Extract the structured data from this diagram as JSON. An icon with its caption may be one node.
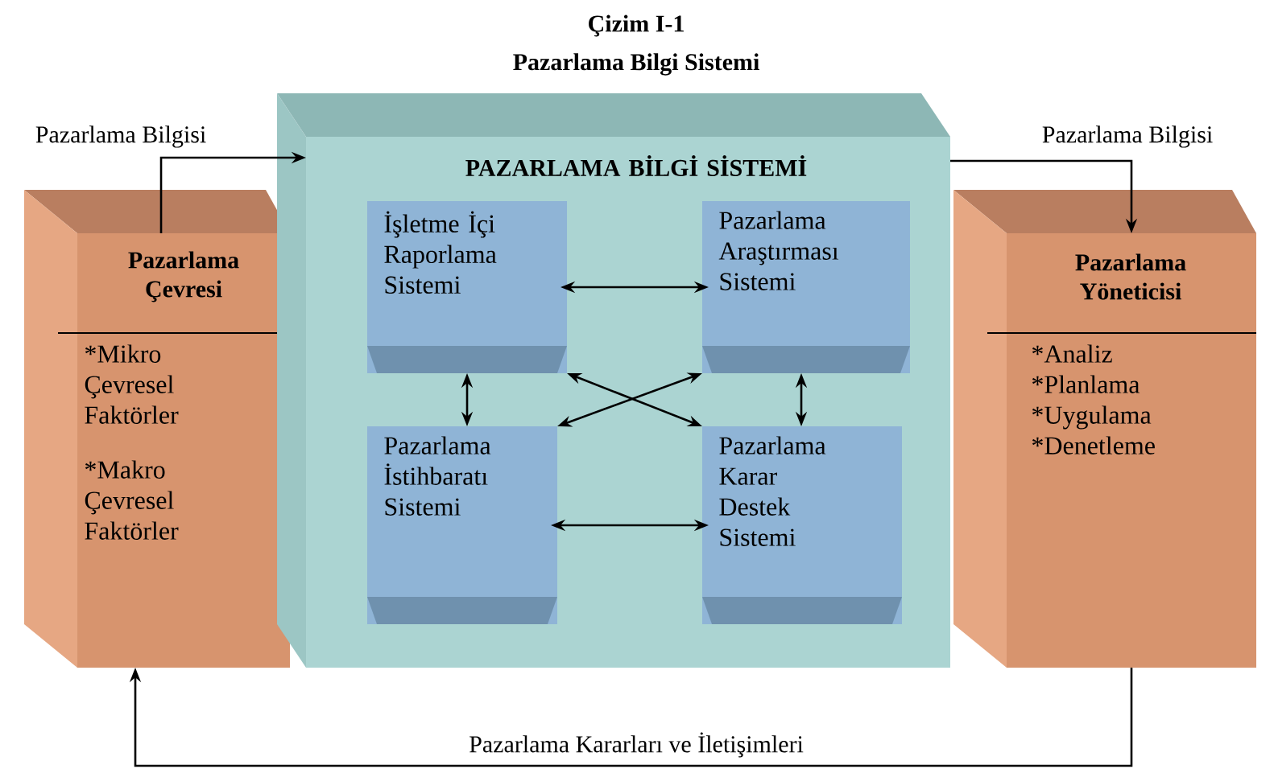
{
  "diagram": {
    "title": "Çizim I-1",
    "nodes": [
      {
        "text": [
          "Pazarlama Çevresi",
          "*Mikro Çevresel Faktörler",
          "*Makro Çevresel Faktörler"
        ]
      },
      {
        "text": [
          "PAZARLAMA BİLGİ SİSTEMİ"
        ]
      },
      {
        "text": [
          "İşletme İçi Raporlama Sistemi"
        ],
        "in": 1
      },
      {
        "text": [
          "Pazarlama Araştırması Sistemi"
        ],
        "in": 1
      },
      {
        "text": [
          "Pazarlama İstihbaratı Sistemi"
        ],
        "in": 1
      },
      {
        "text": [
          "Pazarlama Karar Destek Sistemi"
        ],
        "in": 1
      },
      {
        "text": [
          "Pazarlama Yöneticisi",
          "*Analiz *Planlama *Uygulama *Denetleme"
        ]
      }
    ],
    "edges": [
      {
        "from": 0,
        "to": 1,
        "arrow": "to",
        "label": "Pazarlama Bilgisi"
      },
      {
        "from": 1,
        "to": 6,
        "arrow": "to",
        "label": "Pazarlama Bilgisi"
      },
      {
        "from": 6,
        "to": 0,
        "arrow": "to",
        "label": "Pazarlama Kararları ve İletişimleri"
      },
      {
        "from": 2,
        "to": 3,
        "arrow": "both"
      },
      {
        "from": 2,
        "to": 4,
        "arrow": "both"
      },
      {
        "from": 2,
        "to": 5,
        "arrow": "both"
      },
      {
        "from": 3,
        "to": 4,
        "arrow": "both"
      },
      {
        "from": 3,
        "to": 5,
        "arrow": "both"
      },
      {
        "from": 4,
        "to": 5,
        "arrow": "both"
      }
    ],
    "labels": [
      "Pazarlama Bilgi Sistemi"
    ]
  }
}
